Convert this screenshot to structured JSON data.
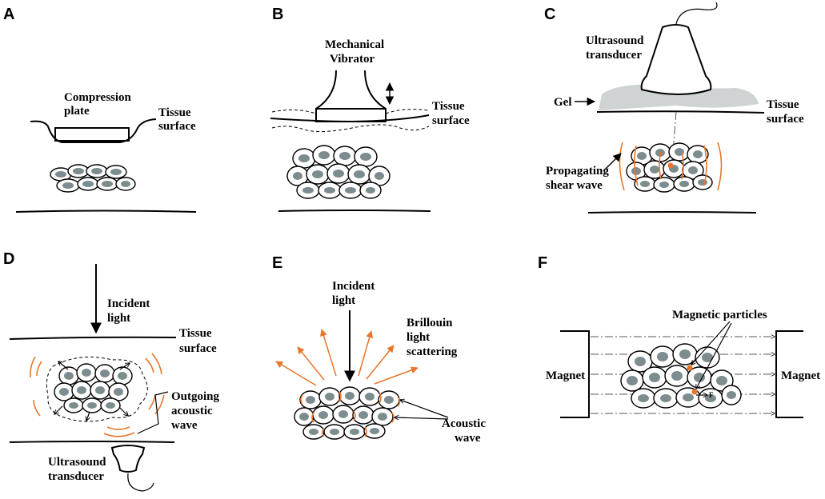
{
  "figure": {
    "panels": [
      {
        "id": "A",
        "texts": {
          "compression_plate": [
            "Compression",
            "plate"
          ],
          "tissue_surface": [
            "Tissue",
            "surface"
          ]
        }
      },
      {
        "id": "B",
        "texts": {
          "mechanical_vibrator": [
            "Mechanical",
            "Vibrator"
          ],
          "tissue_surface": [
            "Tissue",
            "surface"
          ]
        }
      },
      {
        "id": "C",
        "texts": {
          "ultrasound_transducer": [
            "Ultrasound",
            "transducer"
          ],
          "gel": "Gel",
          "tissue_surface": [
            "Tissue",
            "surface"
          ],
          "propagating_shear_wave": [
            "Propagating",
            "shear wave"
          ]
        }
      },
      {
        "id": "D",
        "texts": {
          "incident_light": [
            "Incident",
            "light"
          ],
          "tissue_surface": [
            "Tissue",
            "surface"
          ],
          "outgoing_acoustic_wave": [
            "Outgoing",
            "acoustic",
            "wave"
          ],
          "ultrasound_transducer": [
            "Ultrasound",
            "transducer"
          ]
        }
      },
      {
        "id": "E",
        "texts": {
          "incident_light": [
            "Incident",
            "light"
          ],
          "brillouin_light_scattering": [
            "Brillouin",
            "light",
            "scattering"
          ],
          "acoustic_wave": [
            "Acoustic",
            "wave"
          ]
        }
      },
      {
        "id": "F",
        "texts": {
          "magnetic_particles": "Magnetic particles",
          "magnet_left": "Magnet",
          "magnet_right": "Magnet",
          "force": "F"
        }
      }
    ],
    "colors": {
      "nucleus": "#7c8c8f",
      "wave_orange": "#e8762b",
      "gel": "#cfd3d4",
      "line": "#000000"
    }
  }
}
